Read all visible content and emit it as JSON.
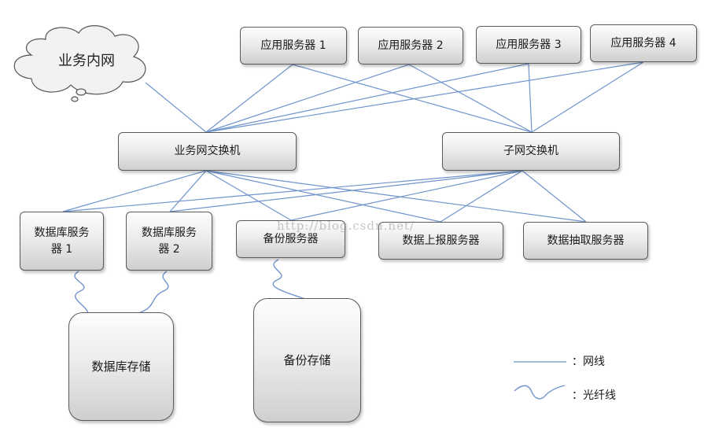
{
  "cloud": {
    "label": "业务内网"
  },
  "app_servers": [
    "应用服务器 1",
    "应用服务器 2",
    "应用服务器 3",
    "应用服务器 4"
  ],
  "switches": {
    "business": "业务网交换机",
    "subnet": "子网交换机"
  },
  "servers": {
    "db1": "数据库服务器 1",
    "db2": "数据库服务器 2",
    "backup": "备份服务器",
    "report": "数据上报服务器",
    "extract": "数据抽取服务器"
  },
  "storage": {
    "db": "数据库存储",
    "backup": "备份存储"
  },
  "legend": {
    "network_cable": "：网线",
    "fiber": "：光纤线"
  },
  "watermark": "http://blog.csdn.net/",
  "colors": {
    "network_line": "#6f94cc",
    "node_fill_top": "#fdfdfd",
    "node_fill_bottom": "#cfcfcf",
    "node_border": "#5a5a5a"
  }
}
